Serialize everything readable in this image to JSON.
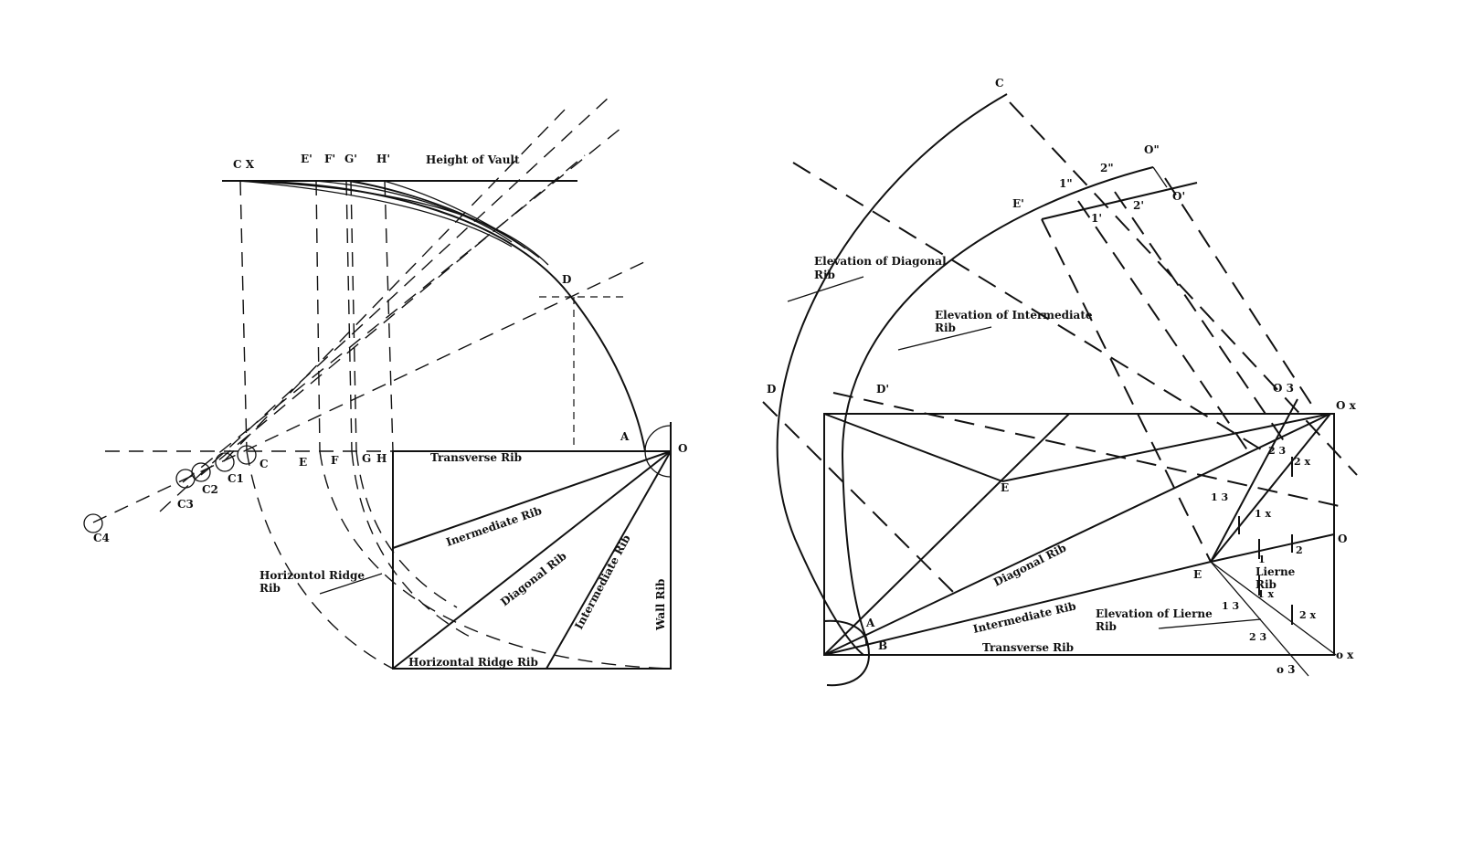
{
  "left_figure": {
    "points": {
      "cx": "C X",
      "e_prime": "E'",
      "f_prime": "F'",
      "g_prime": "G'",
      "h_prime": "H'",
      "d": "D",
      "a": "A",
      "o": "O",
      "c": "C",
      "e": "E",
      "f": "F",
      "g": "G",
      "h": "H",
      "c1": "C1",
      "c2": "C2",
      "c3": "C3",
      "c4": "C4"
    },
    "labels": {
      "height_of_vault": "Height of Vault",
      "transverse_rib": "Transverse Rib",
      "intermediate_rib_top": "Inermediate Rib",
      "diagonal_rib": "Diagonal Rib",
      "intermediate_rib_right": "Intermediate Rib",
      "wall_rib": "Wall Rib",
      "horizontal_ridge_rib": "Horizontal Ridge Rib",
      "horizontal_ridge_rib_callout_1": "Horizontol Ridge",
      "horizontal_ridge_rib_callout_2": "Rib"
    }
  },
  "right_figure": {
    "points": {
      "c": "C",
      "o_double": "O\"",
      "two_double": "2\"",
      "one_double": "1\"",
      "e_prime": "E'",
      "one_prime": "1'",
      "two_prime": "2'",
      "o_prime": "O'",
      "d": "D",
      "d_prime": "D'",
      "o3_top": "O 3",
      "ox_top": "O x",
      "two_three": "2 3",
      "two_x": "2 x",
      "e_upper": "E",
      "one_three": "1 3",
      "one_x": "1 x",
      "o_right": "O",
      "one": "1",
      "two": "2",
      "e_lower": "E",
      "one_x_lower": "1 x",
      "one_three_lower": "1 3",
      "two_x_lower": "2 x",
      "two_three_lower": "2 3",
      "a": "A",
      "b": "B",
      "ox_bottom": "o x",
      "o3_bottom": "o 3"
    },
    "labels": {
      "elevation_diagonal_1": "Elevation of Diagonal",
      "elevation_diagonal_2": "Rib",
      "elevation_intermediate_1": "Elevation of Intermediate",
      "elevation_intermediate_2": "Rib",
      "diagonal_rib": "Diagonal Rib",
      "intermediate_rib": "Intermediate Rib",
      "transverse_rib": "Transverse Rib",
      "elevation_lierne_1": "Elevation of Lierne",
      "elevation_lierne_2": "Rib",
      "lierne_rib_1": "Lierne",
      "lierne_rib_2": "Rib"
    }
  }
}
